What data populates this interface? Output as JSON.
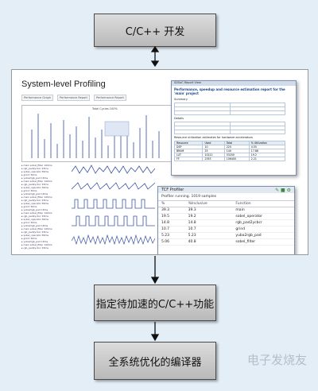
{
  "boxes": {
    "top": "C/C++ 开发",
    "middle": "指定待加速的C/C++功能",
    "bottom": "全系统优化的编译器"
  },
  "screenshot": {
    "title": "System-level Profiling",
    "tabs": [
      "Performance Graph",
      "Performance Report",
      "Performance Report"
    ],
    "chart_label": "Total Cycles 100%",
    "estimation_window": {
      "titlebar": "SDSoC Report View",
      "heading": "Performance, speedup and resource estimation report for the 'main' project",
      "sections": [
        "Summary",
        "Details",
        "Resource utilization estimates for hardware accelerators"
      ],
      "resource_headers": [
        "Resource",
        "Used",
        "Total",
        "% Utilization"
      ],
      "resource_rows": [
        [
          "DSP",
          "10",
          "220",
          "4.55"
        ],
        [
          "BRAM",
          "25",
          "140",
          "17.86"
        ],
        [
          "LUT",
          "10212",
          "53200",
          "19.2"
        ],
        [
          "FF",
          "2353",
          "106400",
          "2.21"
        ]
      ]
    },
    "profiler": {
      "tab_label": "TCF Profiler",
      "status": "Profiler running. 1019 samples",
      "columns": [
        "%",
        "%Inclusive",
        "Function"
      ],
      "rows": [
        [
          "39.3",
          "39.3",
          "main"
        ],
        [
          "19.5",
          "19.2",
          "sobel_operator"
        ],
        [
          "14.8",
          "14.8",
          "rgb_pad2ycbcr"
        ],
        [
          "10.7",
          "10.7",
          "grind"
        ],
        [
          "5.23",
          "5.23",
          "yuba2rgb_pad"
        ],
        [
          "5.06",
          "40.8",
          "sobel_filter"
        ]
      ]
    }
  },
  "watermark": "电子发烧友"
}
